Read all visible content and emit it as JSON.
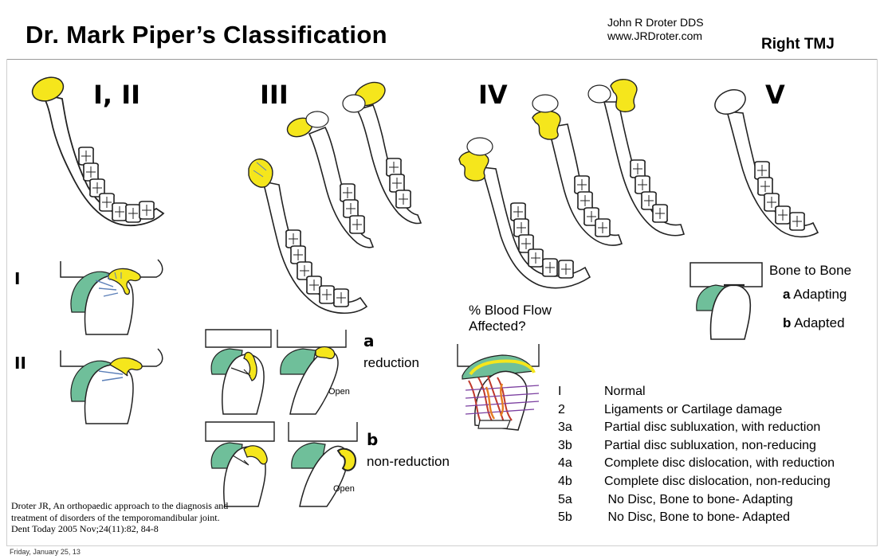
{
  "header": {
    "title": "Dr. Mark Piper’s Classification",
    "author_line1": "John R Droter DDS",
    "author_line2": "www.JRDroter.com",
    "side": "Right TMJ"
  },
  "grades": {
    "g12": "I, II",
    "g3": "III",
    "g4": "IV",
    "g5": "V"
  },
  "left_labels": {
    "i": "I",
    "ii": "II"
  },
  "stage3": {
    "a_letter": "a",
    "a_text": "reduction",
    "b_letter": "b",
    "b_text": "non-reduction",
    "open1": "Open",
    "open2": "Open"
  },
  "blood_flow": {
    "line1": "% Blood Flow",
    "line2": "Affected?"
  },
  "stage5": {
    "bone": "Bone to Bone",
    "a_letter": "a",
    "a_text": "Adapting",
    "b_letter": "b",
    "b_text": "Adapted"
  },
  "legend": [
    {
      "code": "I",
      "text": "Normal"
    },
    {
      "code": "2",
      "text": "Ligaments or Cartilage damage"
    },
    {
      "code": "3a",
      "text": "Partial disc subluxation, with reduction"
    },
    {
      "code": "3b",
      "text": "Partial disc subluxation, non-reducing"
    },
    {
      "code": "4a",
      "text": "Complete disc dislocation, with reduction"
    },
    {
      "code": "4b",
      "text": "Complete disc dislocation, non-reducing"
    },
    {
      "code": "5a",
      "text": " No Disc, Bone to bone- Adapting"
    },
    {
      "code": "5b",
      "text": " No Disc, Bone to bone- Adapted"
    }
  ],
  "citation": {
    "line1": "Droter JR, An orthopaedic approach to the diagnosis and",
    "line2": "treatment of disorders of the temporomandibular joint.",
    "line3": "Dent Today 2005 Nov;24(11):82, 84-8"
  },
  "footer": "Friday, January 25, 13",
  "colors": {
    "disc": "#f5e61c",
    "bone_fill": "#ffffff",
    "tissue": "#6fbf9a",
    "arrow": "#5b7fb8",
    "outline": "#222222"
  }
}
